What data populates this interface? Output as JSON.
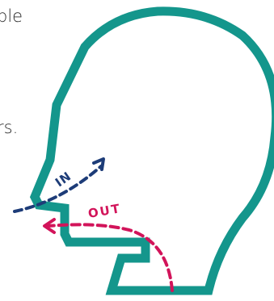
{
  "text_fragments": {
    "line1": "ble",
    "line2": "rs."
  },
  "labels": {
    "in": "IN",
    "out": "OUT"
  },
  "colors": {
    "head_outline": "#14968c",
    "in_arrow": "#1d3c78",
    "out_arrow": "#d2145a",
    "text": "#2b2b2b"
  }
}
